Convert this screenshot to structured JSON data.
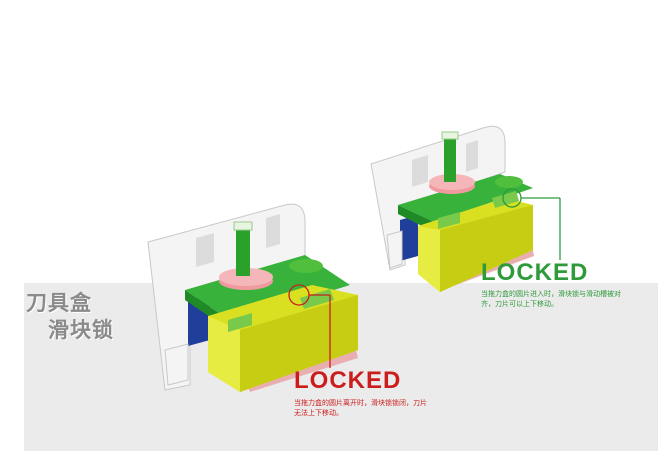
{
  "heading": {
    "line1": "刀具盒",
    "line2": "滑块锁"
  },
  "left_state": {
    "label": "LOCKED",
    "caption_line1": "当拖力盒的圆片离开时，滑块锁锁闭，刀片",
    "caption_line2": "无法上下移动。"
  },
  "right_state": {
    "label": "LOCKED",
    "caption_line1": "当拖力盒的圆片进入时，滑块锁与滑动槽被对",
    "caption_line2": "齐，刀片可以上下移动。"
  },
  "colors": {
    "locked_red": "#cc1d1d",
    "locked_green": "#2e9a3a",
    "band_gray": "#ebebeb",
    "heading_gray": "#8a8a8a",
    "body_yellow": "#d9e021",
    "slider_green": "#2aa12a",
    "housing_white": "#f4f4f4",
    "rail_pink": "#f5c6c6",
    "core_blue": "#1f3f9a",
    "disc_pink": "#f09aa0"
  }
}
